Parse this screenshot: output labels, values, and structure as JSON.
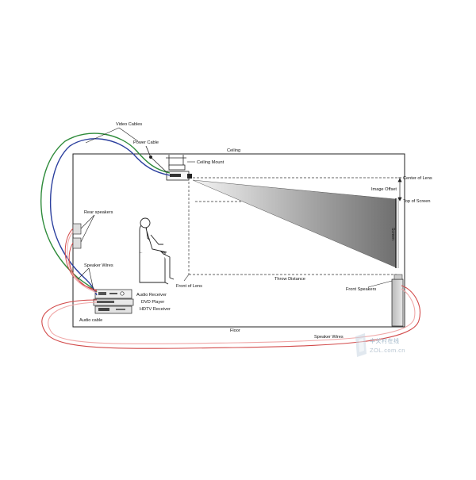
{
  "labels": {
    "video_cables": "Video Cables",
    "power_cable": "Power Cable",
    "ceiling": "Ceiling",
    "ceiling_mount": "Ceiling Mount",
    "center_of_lens": "Center of Lens",
    "image_offset": "Image Offset",
    "top_of_screen": "Top of Screen",
    "screen": "Screen",
    "rear_speakers": "Rear speakers",
    "speaker_wires_left": "Speaker Wires",
    "front_of_lens": "Front of Lens",
    "throw_distance": "Throw Distance",
    "front_speakers": "Front Speakers",
    "audio_receiver": "Audio Receiver",
    "dvd_player": "DVD Player",
    "hdtv_receiver": "HDTV Receiver",
    "audio_cable": "Audio cable",
    "floor": "Floor",
    "speaker_wires_bottom": "Speaker Wires"
  },
  "watermark": {
    "logo_text": "中关村在线",
    "url": "ZOL.com.cn"
  },
  "colors": {
    "video_cable_green": "#2e8b3a",
    "video_cable_blue": "#2b3f9e",
    "speaker_wire_red": "#d24a4a",
    "speaker_wire_pink": "#f0a8a8",
    "beam_dark": "#8a8a8a",
    "outline": "#222222"
  }
}
